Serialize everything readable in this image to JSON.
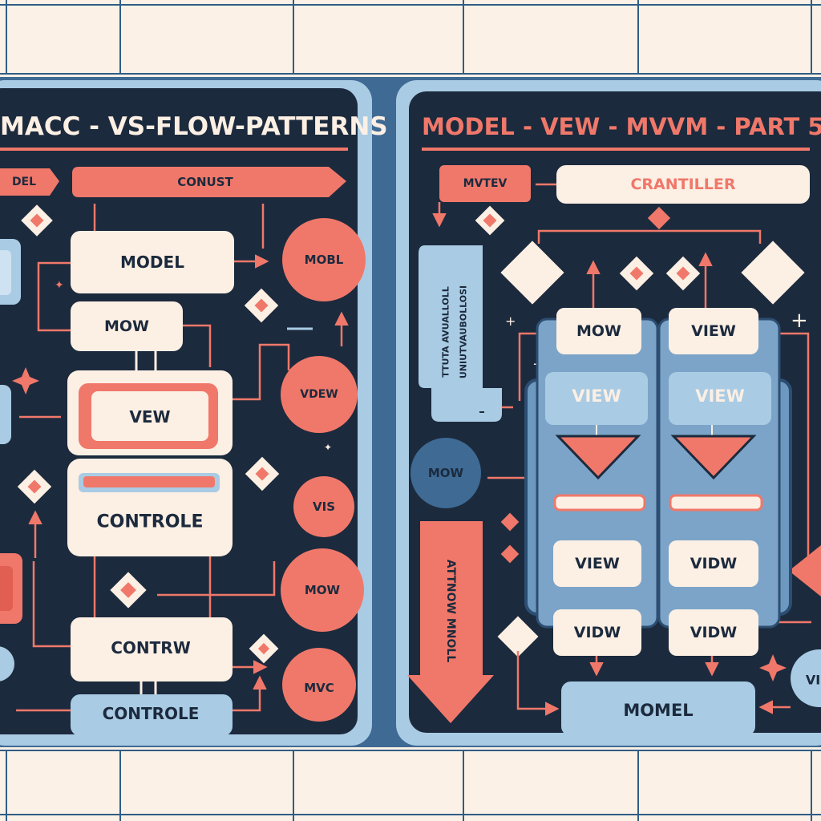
{
  "colors": {
    "paper": "#fbf1e6",
    "grid": "#2f5d86",
    "navy": "#1c2a3d",
    "frame": "#3e6a94",
    "coral": "#f0786a",
    "cream": "#fcefe4",
    "blue": "#a9cbe4"
  },
  "left_panel": {
    "title": "MACC - VS-FLOW-PATTERNS",
    "model_tag": "DEL",
    "consult_banner": "CONUST",
    "model_box": "MODEL",
    "mow_box": "MOW",
    "view_box": "VEW",
    "controle_box": "CONTROLE",
    "contrw_box": "CONTRW",
    "controle_bottom": "CONTROLE",
    "circles": [
      "MOBL",
      "VDEW",
      "VIS",
      "MOW",
      "MVC"
    ]
  },
  "right_panel": {
    "title": "MODEL - VEW - MVVM - PART 5",
    "mvtev_tag": "MVTEV",
    "crantiller_banner": "CRANTILLER",
    "side_note_lines": [
      "TTUTA AVUALLOLL",
      "UNIUTVAUBOLLOSI"
    ],
    "mow_circle": "MOW",
    "vertical_arrow": "ATTNOW MNOLL",
    "col_left": {
      "top": "MOW",
      "pill": "VIEW",
      "mid": "VIEW",
      "bottom": "VIDW"
    },
    "col_right": {
      "top": "VIEW",
      "pill": "VIEW",
      "mid": "VIDW",
      "bottom": "VIDW"
    },
    "momel_box": "MOMEL",
    "edge_circle": "VI"
  }
}
